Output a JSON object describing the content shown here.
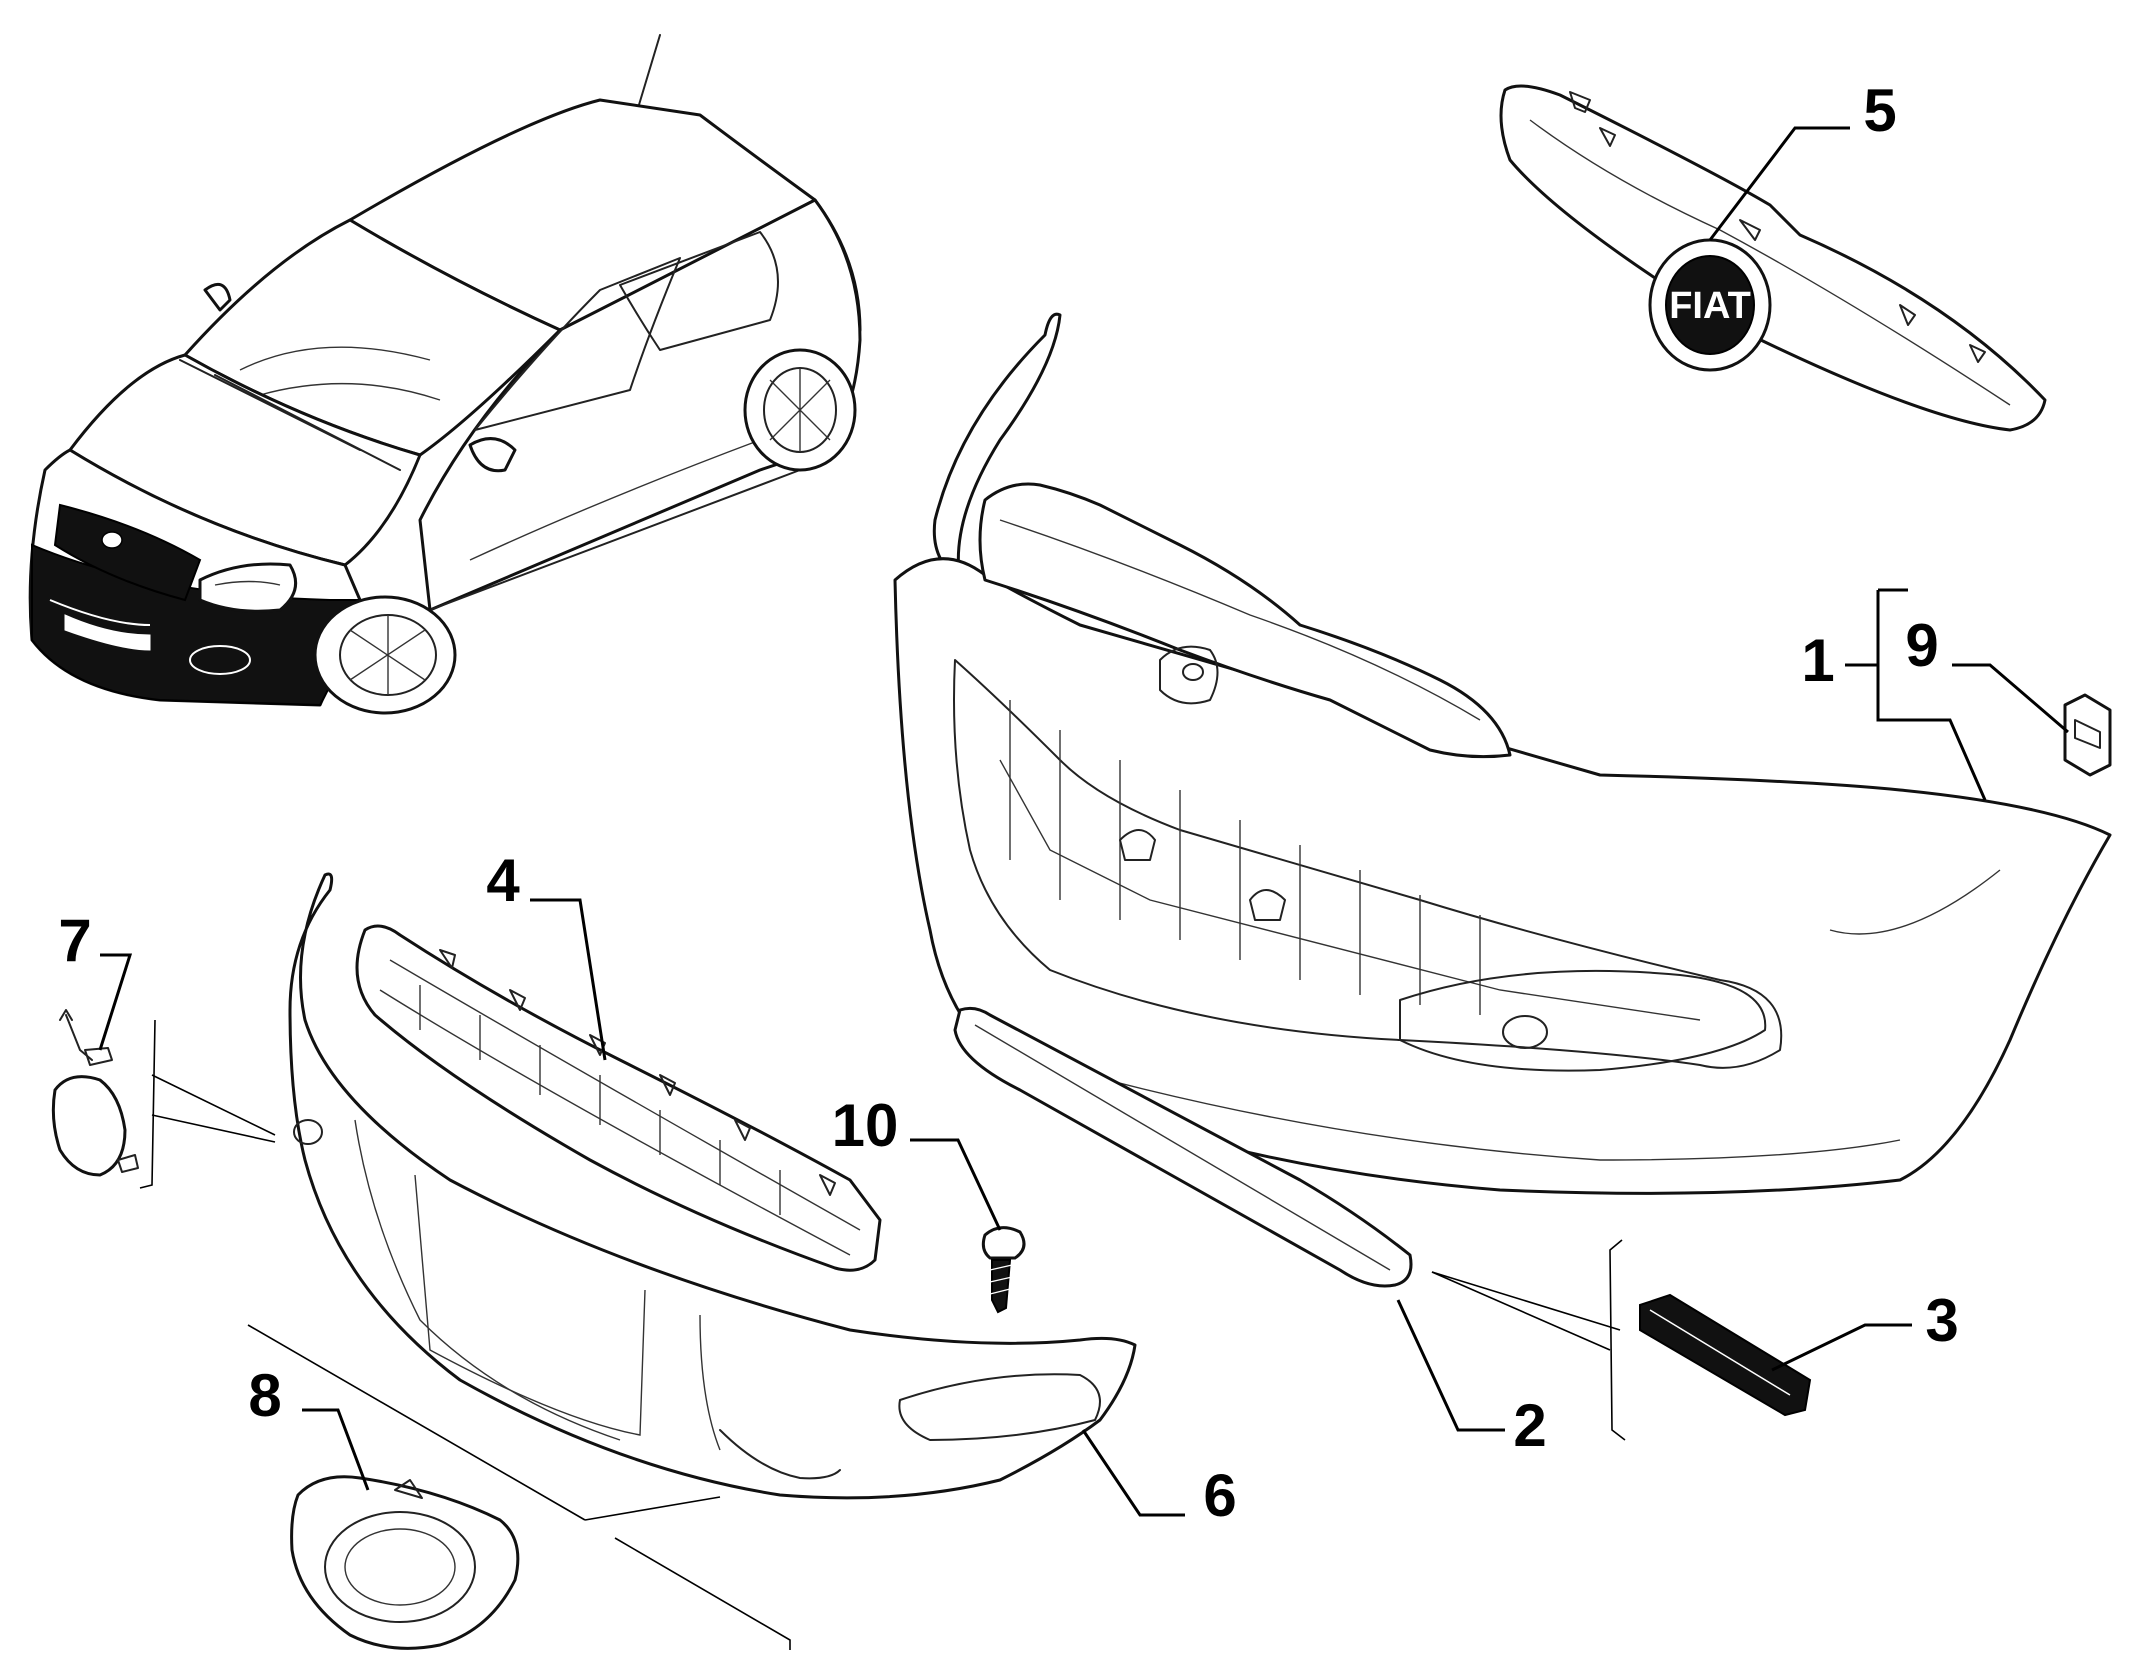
{
  "callouts": [
    {
      "id": "1",
      "label": "1"
    },
    {
      "id": "2",
      "label": "2"
    },
    {
      "id": "3",
      "label": "3"
    },
    {
      "id": "4",
      "label": "4"
    },
    {
      "id": "5",
      "label": "5"
    },
    {
      "id": "6",
      "label": "6"
    },
    {
      "id": "7",
      "label": "7"
    },
    {
      "id": "8",
      "label": "8"
    },
    {
      "id": "9",
      "label": "9"
    },
    {
      "id": "10",
      "label": "10"
    }
  ],
  "grille_badge": {
    "text": "FIAT"
  }
}
